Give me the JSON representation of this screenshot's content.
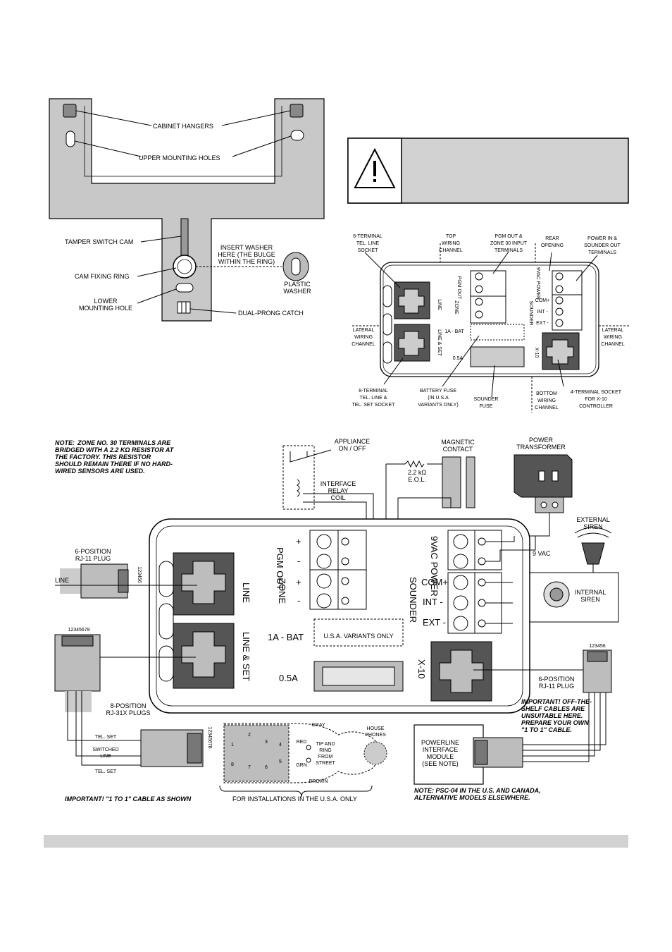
{
  "mounting": {
    "cabinet_hangers": "CABINET HANGERS",
    "upper_mounting_holes": "UPPER MOUNTING HOLES",
    "tamper_switch_cam": "TAMPER SWITCH CAM",
    "insert_washer_1": "INSERT WASHER",
    "insert_washer_2": "HERE (THE BULGE",
    "insert_washer_3": "WITHIN THE RING)",
    "cam_fixing_ring": "CAM FIXING RING",
    "plastic_washer_1": "PLASTIC",
    "plastic_washer_2": "WASHER",
    "lower_hole_1": "LOWER",
    "lower_hole_2": "MOUNTING HOLE",
    "dual_prong_catch": "DUAL-PRONG CATCH"
  },
  "board": {
    "tel_line_socket": [
      "6-TERMINAL",
      "TEL. LINE",
      "SOCKET"
    ],
    "top_channel": [
      "TOP",
      "WIRING",
      "CHANNEL"
    ],
    "pgm_zone_terminals": [
      "PGM OUT &",
      "ZONE 30 INPUT",
      "TERMINALS"
    ],
    "rear_opening": [
      "REAR",
      "OPENING"
    ],
    "power_sounder_terminals": [
      "POWER IN &",
      "SOUNDER OUT",
      "TERMINALS"
    ],
    "lateral_left": [
      "LATERAL",
      "WIRING",
      "CHANNEL"
    ],
    "lateral_right": [
      "LATERAL",
      "WIRING",
      "CHANNEL"
    ],
    "line_set_socket": [
      "8-TERMINAL",
      "TEL. LINE &",
      "TEL. SET SOCKET"
    ],
    "battery_fuse": [
      "BATTERY FUSE",
      "(IN U.S.A",
      "VARIANTS ONLY)"
    ],
    "sounder_fuse": [
      "SOUNDER",
      "FUSE"
    ],
    "bottom_channel": [
      "BOTTOM",
      "WIRING",
      "CHANNEL"
    ],
    "x10_socket": [
      "4-TERMINAL SOCKET",
      "FOR X-10",
      "CONTROLLER"
    ],
    "small": {
      "pgm_out": "PGM OUT",
      "zone": "ZONE",
      "line": "LINE",
      "line_set": "LINE & SET",
      "bat": "1A - BAT",
      "fuse": "0.5A",
      "vac_power": "9VAC POWER",
      "sounder": "SOUNDER",
      "com": "COM+",
      "int": "INT -",
      "ext": "EXT -",
      "x10": "X-10"
    }
  },
  "wiring": {
    "note_title": "NOTE:",
    "note_lines": [
      "ZONE NO. 30 TERMINALS ARE",
      "BRIDGED WITH A 2.2 KΩ RESISTOR AT",
      "THE FACTORY. THIS RESISTOR",
      "SHOULD REMAIN THERE IF NO HARD-",
      "WIRED SENSORS ARE USED."
    ],
    "appliance": [
      "APPLIANCE",
      "ON / OFF"
    ],
    "interface_relay": [
      "INTERFACE",
      "RELAY",
      "COIL"
    ],
    "magnetic_contact": [
      "MAGNETIC",
      "CONTACT"
    ],
    "resistor": [
      "2.2 kΩ",
      "E.O.L."
    ],
    "power_transformer": [
      "POWER",
      "TRANSFORMER"
    ],
    "external_siren": [
      "EXTERNAL",
      "SIREN"
    ],
    "vac_label": "9 VAC",
    "internal_siren": [
      "INTERNAL",
      "SIREN"
    ],
    "rj11_plug": [
      "6-POSITION",
      "RJ-11 PLUG"
    ],
    "rj11_pins": "123456",
    "line_label": "LINE",
    "rj31x_pins": "12345678",
    "rj31x_plugs": [
      "8-POSITION",
      "RJ-31X PLUGS"
    ],
    "pgm_plus": "+",
    "pgm_minus": "-",
    "pgm_out": "PGM OUT",
    "zone_plus": "+",
    "zone_minus": "-",
    "zone": "ZONE",
    "line_big": "LINE",
    "line_set_big": "LINE & SET",
    "bat_big": "1A - BAT",
    "usa_only": "U.S.A. VARIANTS ONLY",
    "fuse_big": "0.5A",
    "vac_power": "9VAC POWER",
    "sounder": "SOUNDER",
    "com": "COM+",
    "int": "INT -",
    "ext": "EXT -",
    "x10": "X-10",
    "rj11_plug_right": [
      "6-POSITION",
      "RJ-11 PLUG"
    ],
    "rj11_pins_right": "123456",
    "important_offshelf": [
      "IMPORTANT! OFF-THE-",
      "SHELF CABLES ARE",
      "UNSUITABLE HERE.",
      "PREPARE YOUR OWN",
      "\"1 TO 1\" CABLE."
    ],
    "tel_set_1": "TEL. SET",
    "switched_line": [
      "SWITCHED",
      "LINE"
    ],
    "tel_set_2": "TEL. SET",
    "gray": "GRAY",
    "red": "RED",
    "grn": "GRN",
    "brown": "BROWN",
    "tip_ring": [
      "TIP AND",
      "RING",
      "FROM",
      "STREET"
    ],
    "house_phones": [
      "HOUSE",
      "PHONES"
    ],
    "jack_numbers": [
      "1",
      "2",
      "3",
      "4",
      "5",
      "6",
      "7",
      "8"
    ],
    "powerline_module": [
      "POWERLINE",
      "INTERFACE",
      "MODULE",
      "(SEE NOTE)"
    ],
    "important_cable": "IMPORTANT! \"1 TO 1\" CABLE AS SHOWN",
    "usa_installations": "FOR INSTALLATIONS IN THE U.S.A. ONLY",
    "psc_note": [
      "NOTE: PSC-04 IN THE U.S. AND CANADA,",
      "ALTERNATIVE MODELS ELSEWHERE."
    ]
  }
}
